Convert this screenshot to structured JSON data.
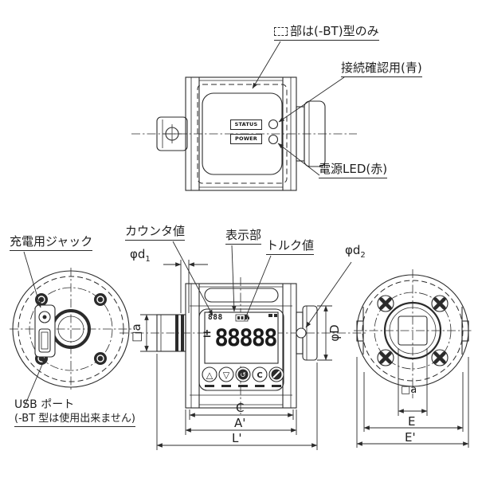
{
  "top_view": {
    "bt_note": "部は(-BT)型のみ",
    "connection_note": "接続確認用(青)",
    "power_led_note": "電源LED(赤)",
    "status_label": "STATUS",
    "power_label": "POWER"
  },
  "front_view": {
    "counter_label": "カウンタ値",
    "display_label": "表示部",
    "torque_label": "トルク値",
    "lcd": {
      "counter_digits": "888",
      "main_digits": "88888",
      "sign": "±"
    },
    "buttons": {
      "up_icon": "△",
      "down_icon": "▽",
      "memory_icon": "↺",
      "clear_label": "C"
    }
  },
  "left_view": {
    "jack_label": "充電用ジャック",
    "usb_label_line1": "USB ポート",
    "usb_label_line2": "(-BT 型は使用出来ません)"
  },
  "dimensions": {
    "phi_d1_base": "φd",
    "phi_d1_sub": "1",
    "phi_d2_base": "φd",
    "phi_d2_sub": "2",
    "phi_D": "φD",
    "square_a_side": "□a",
    "square_a_front": "□a",
    "c": "C",
    "a_prime": "A'",
    "l_prime": "L'",
    "e": "E",
    "e_prime": "E'"
  }
}
